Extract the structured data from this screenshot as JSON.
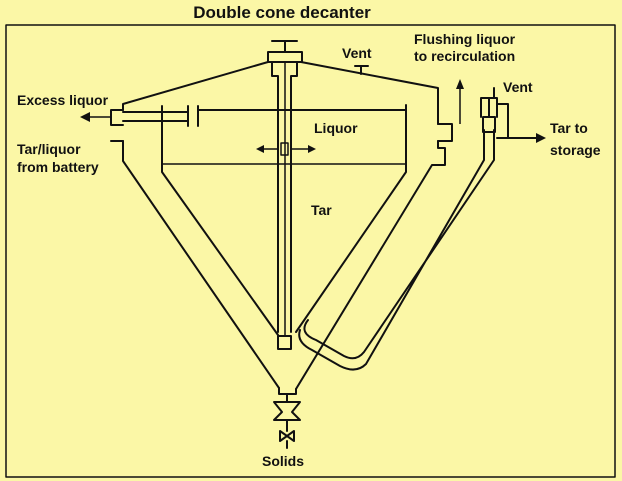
{
  "title": "Double cone decanter",
  "labels": {
    "vent_top": "Vent",
    "vent_side": "Vent",
    "flushing_line1": "Flushing liquor",
    "flushing_line2": "to recirculation",
    "excess_liquor": "Excess liquor",
    "tar_liquor_line1": "Tar/liquor",
    "tar_liquor_line2": "from battery",
    "liquor": "Liquor",
    "tar": "Tar",
    "tar_storage_line1": "Tar to",
    "tar_storage_line2": "storage",
    "solids": "Solids"
  },
  "colors": {
    "background": "#fbf7a6",
    "line": "#111111"
  }
}
